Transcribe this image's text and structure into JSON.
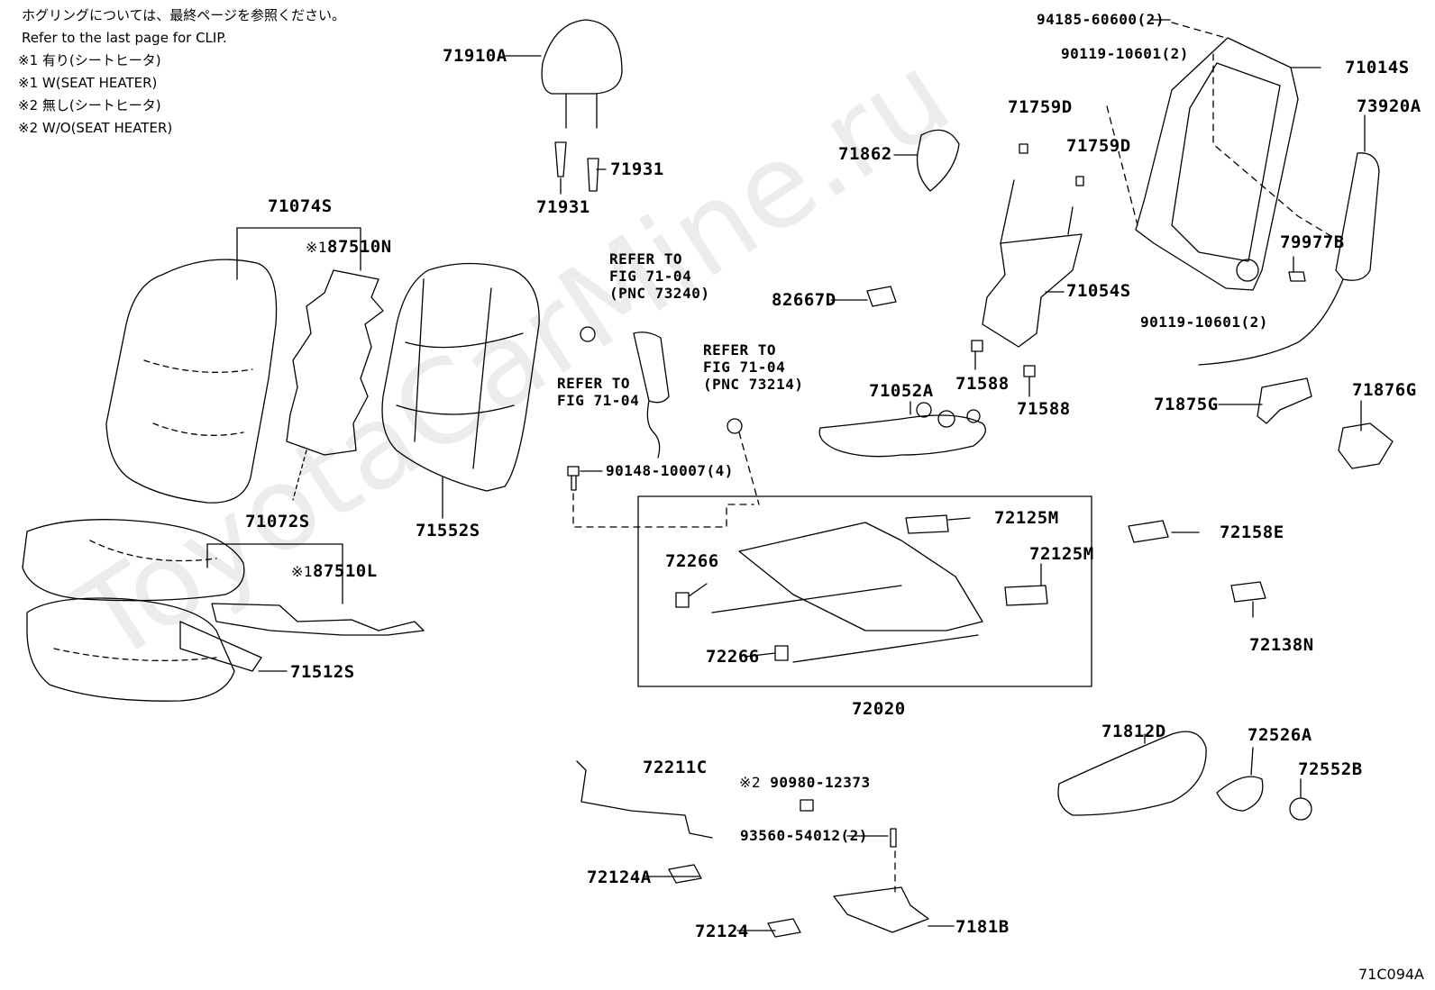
{
  "notes": [
    "ホグリングについては、最終ページを参照ください。",
    "Refer to the last page for CLIP.",
    "※1 有り(シートヒータ)",
    "※1 W(SEAT HEATER)",
    "※2 無し(シートヒータ)",
    "※2 W/O(SEAT HEATER)"
  ],
  "watermark": "ToyotaCarMine.ru",
  "diagram_code": "71C094A",
  "mark_1": "※1",
  "mark_2": "※2",
  "parts": {
    "p71910A": "71910A",
    "p71931a": "71931",
    "p71931b": "71931",
    "p71074S": "71074S",
    "p87510N": "87510N",
    "p71072S": "71072S",
    "p87510L": "87510L",
    "p71512S": "71512S",
    "p71552S": "71552S",
    "p90148": "90148-10007(4)",
    "p71862": "71862",
    "p82667D": "82667D",
    "p71052A": "71052A",
    "p71588a": "71588",
    "p71588b": "71588",
    "p71759Da": "71759D",
    "p71759Db": "71759D",
    "p71054S": "71054S",
    "p94185": "94185-60600(2)",
    "p90119a": "90119-10601(2)",
    "p90119b": "90119-10601(2)",
    "p71014S": "71014S",
    "p73920A": "73920A",
    "p79977B": "79977B",
    "p71875G": "71875G",
    "p71876G": "71876G",
    "p72125Ma": "72125M",
    "p72125Mb": "72125M",
    "p72266a": "72266",
    "p72266b": "72266",
    "p72020": "72020",
    "p72158E": "72158E",
    "p72138N": "72138N",
    "p71812D": "71812D",
    "p72526A": "72526A",
    "p72552B": "72552B",
    "p72211C": "72211C",
    "p90980": "90980-12373",
    "p93560": "93560-54012(2)",
    "p72124A": "72124A",
    "p72124": "72124",
    "p7181B": "7181B"
  },
  "refs": {
    "r73240": "REFER TO\nFIG 71-04\n(PNC 73240)",
    "r7104": "REFER TO\nFIG 71-04",
    "r73214": "REFER TO\nFIG 71-04\n(PNC 73214)"
  }
}
